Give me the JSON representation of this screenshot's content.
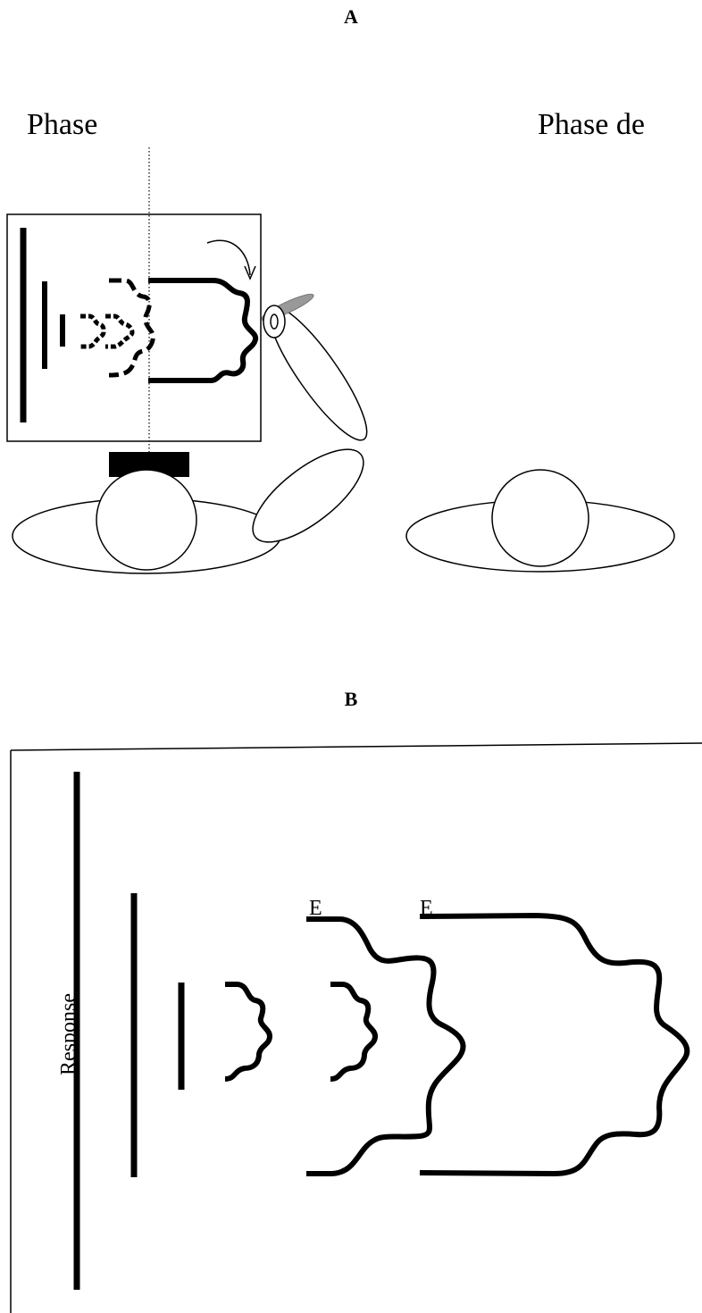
{
  "panel_a": {
    "label": "A",
    "phase_left": "Phase",
    "phase_right": "Phase de"
  },
  "panel_b": {
    "label": "B",
    "axis_label": "Response",
    "contour_label_1": "E",
    "contour_label_2": "E"
  }
}
